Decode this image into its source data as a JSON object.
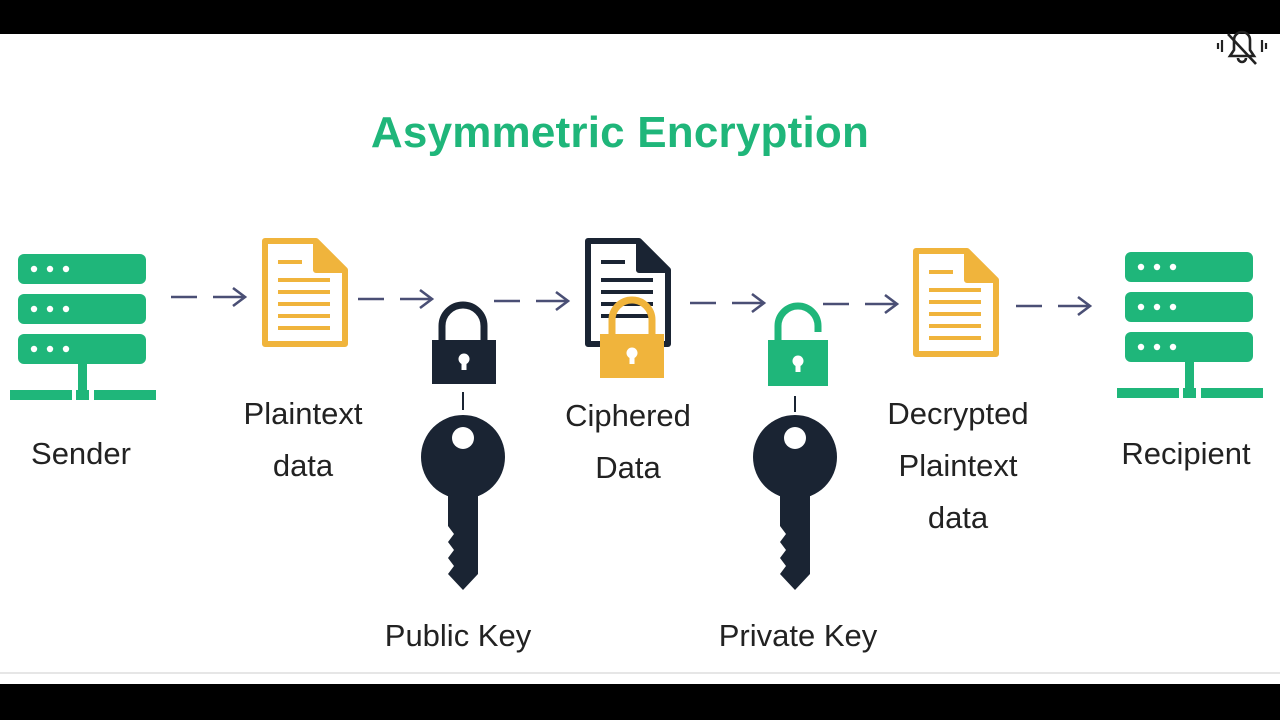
{
  "title": "Asymmetric Encryption",
  "labels": {
    "sender": "Sender",
    "plaintext": [
      "Plaintext",
      "data"
    ],
    "public_key": "Public Key",
    "ciphered": [
      "Ciphered",
      "Data"
    ],
    "private_key": "Private Key",
    "decrypted": [
      "Decrypted",
      "Plaintext",
      "data"
    ],
    "recipient": "Recipient"
  },
  "colors": {
    "green": "#1fb67a",
    "yellow": "#f0b43c",
    "navy": "#1a2433",
    "arrow": "#4a4f75"
  },
  "icons": [
    "server-icon",
    "document-icon",
    "padlock-icon",
    "key-icon",
    "mute-notification-icon"
  ]
}
